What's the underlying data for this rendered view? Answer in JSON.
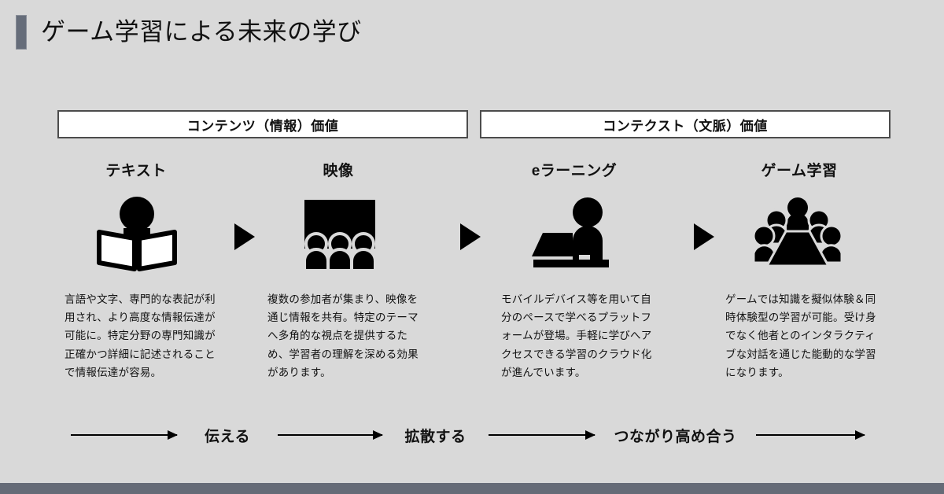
{
  "slide": {
    "title": "ゲーム学習による未来の学び",
    "accent_color": "#666d7a",
    "background_color": "#d9d9d9",
    "footer_color": "#656b77"
  },
  "categories": [
    {
      "label": "コンテンツ（情報）価値"
    },
    {
      "label": "コンテクスト（文脈）価値"
    }
  ],
  "columns": [
    {
      "title": "テキスト",
      "icon": "person-reading-book-icon",
      "body": "言語や文字、専門的な表記が利用され、より高度な情報伝達が可能に。特定分野の専門知識が正確かつ詳細に記述されることで情報伝達が容易。"
    },
    {
      "title": "映像",
      "icon": "screen-audience-icon",
      "body": "複数の参加者が集まり、映像を通じ情報を共有。特定のテーマへ多角的な視点を提供するため、学習者の理解を深める効果があります。"
    },
    {
      "title": "eラーニング",
      "icon": "person-laptop-icon",
      "body": "モバイルデバイス等を用いて自分のペースで学べるプラットフォームが登場。手軽に学びへアクセスできる学習のクラウド化が進んでいます。"
    },
    {
      "title": "ゲーム学習",
      "icon": "group-meeting-table-icon",
      "body": "ゲームでは知識を擬似体験＆同時体験型の学習が可能。受け身でなく他者とのインタラクティブな対話を通じた能動的な学習になります。"
    }
  ],
  "separators": [
    {
      "icon": "play-triangle-icon"
    },
    {
      "icon": "play-triangle-icon"
    },
    {
      "icon": "play-triangle-icon"
    }
  ],
  "flow": {
    "labels": [
      "伝える",
      "拡散する",
      "つながり高め合う"
    ],
    "arrow_icon": "right-arrow-icon",
    "arrow_count": 4
  }
}
